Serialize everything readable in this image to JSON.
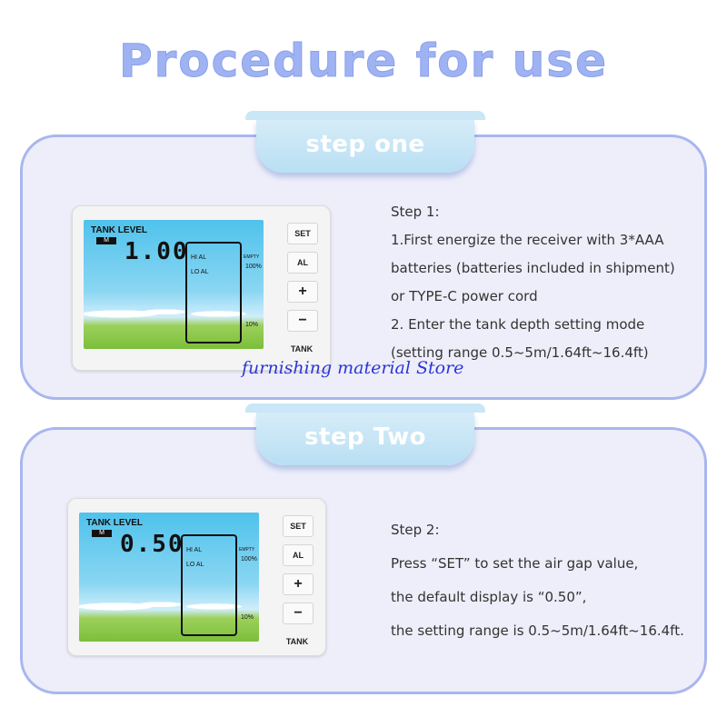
{
  "page_title": "Procedure for use",
  "watermark": "furnishing material Store",
  "step_one": {
    "tab": "step one",
    "device": {
      "label": "TANK LEVEL",
      "unit": "M",
      "reading": "1.00",
      "hi_al": "HI AL",
      "lo_al": "LO AL",
      "empty": "EMPTY",
      "pct_top": "100%",
      "pct_bottom": "10%",
      "buttons": [
        "SET",
        "AL",
        "+",
        "−",
        "TANK"
      ]
    },
    "lines": [
      "Step 1:",
      "1.First energize the receiver with 3*AAA",
      "batteries (batteries included in shipment)",
      "or TYPE-C power cord",
      "2. Enter the tank depth setting mode",
      "(setting range 0.5~5m/1.64ft~16.4ft)"
    ]
  },
  "step_two": {
    "tab": "step Two",
    "device": {
      "label": "TANK LEVEL",
      "unit": "M",
      "reading": "0.50",
      "hi_al": "HI AL",
      "lo_al": "LO AL",
      "empty": "EMPTY",
      "pct_top": "100%",
      "pct_bottom": "10%",
      "buttons": [
        "SET",
        "AL",
        "+",
        "−",
        "TANK"
      ]
    },
    "lines": [
      "Step 2:",
      "Press “SET” to set the air gap value,",
      "the default display is “0.50”,",
      "the setting range is 0.5~5m/1.64ft~16.4ft."
    ]
  },
  "colors": {
    "title": "#9fb2f2",
    "panel_border": "#a9b6ee",
    "panel_bg": "#edeef9",
    "watermark": "#2b35d8"
  }
}
